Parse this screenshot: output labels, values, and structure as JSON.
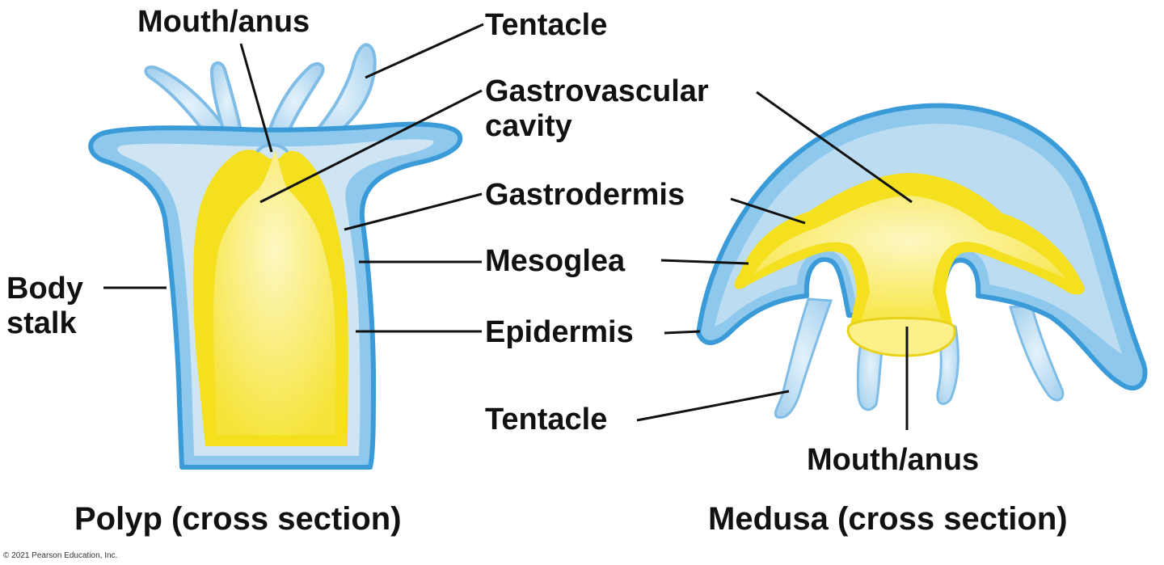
{
  "polyp": {
    "caption": "Polyp (cross section)",
    "labels": {
      "mouth_anus": "Mouth/anus",
      "body_stalk_line1": "Body",
      "body_stalk_line2": "stalk"
    }
  },
  "medusa": {
    "caption": "Medusa (cross section)",
    "labels": {
      "tentacle": "Tentacle",
      "mouth_anus": "Mouth/anus"
    }
  },
  "shared_labels": {
    "tentacle": "Tentacle",
    "gastrovascular_line1": "Gastrovascular",
    "gastrovascular_line2": "cavity",
    "gastrodermis": "Gastrodermis",
    "mesoglea": "Mesoglea",
    "epidermis": "Epidermis"
  },
  "copyright": "© 2021 Pearson Education, Inc.",
  "colors": {
    "epidermis": "#8ec8ec",
    "epidermis_outline": "#3a9bd8",
    "mesoglea": "#cfe5f3",
    "gastrodermis": "#f5e020",
    "cavity": "#fbf08a",
    "tentacle_fill": "#c6e2f5",
    "leader_line": "#111111"
  }
}
